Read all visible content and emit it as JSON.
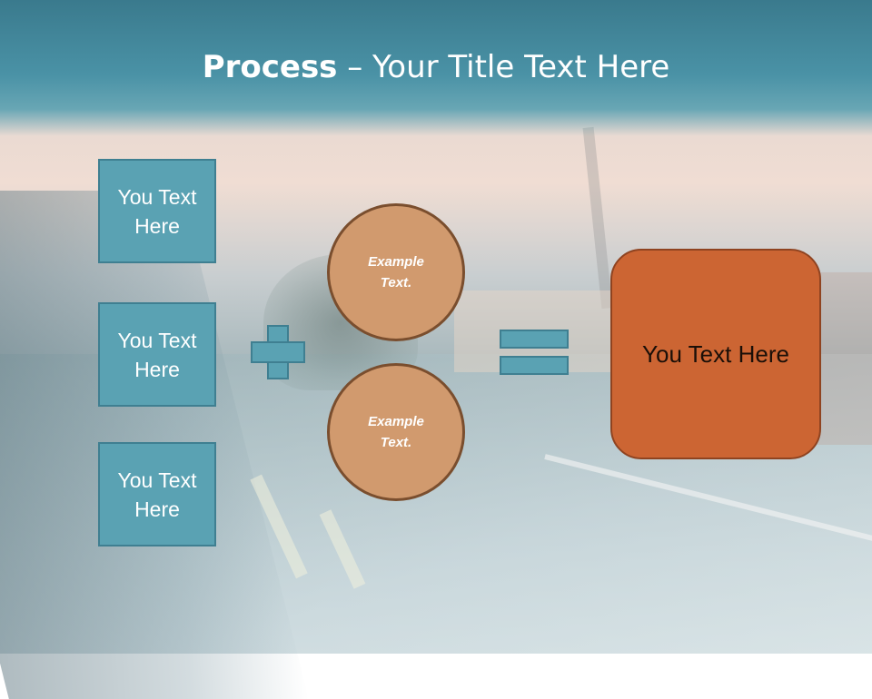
{
  "slide": {
    "title_bold": "Process",
    "title_rest": " – Your Title Text Here"
  },
  "left_boxes": [
    {
      "label": "You Text Here"
    },
    {
      "label": "You Text Here"
    },
    {
      "label": "You Text Here"
    }
  ],
  "circles": [
    {
      "label": "Example Text."
    },
    {
      "label": "Example Text."
    }
  ],
  "result": {
    "label": "You Text Here"
  },
  "colors": {
    "header": "#4a92a6",
    "box_fill": "#5aa2b3",
    "circle_fill": "#d19a6e",
    "result_fill": "#cc6533"
  },
  "icons": [
    "plus-icon",
    "equals-icon"
  ]
}
